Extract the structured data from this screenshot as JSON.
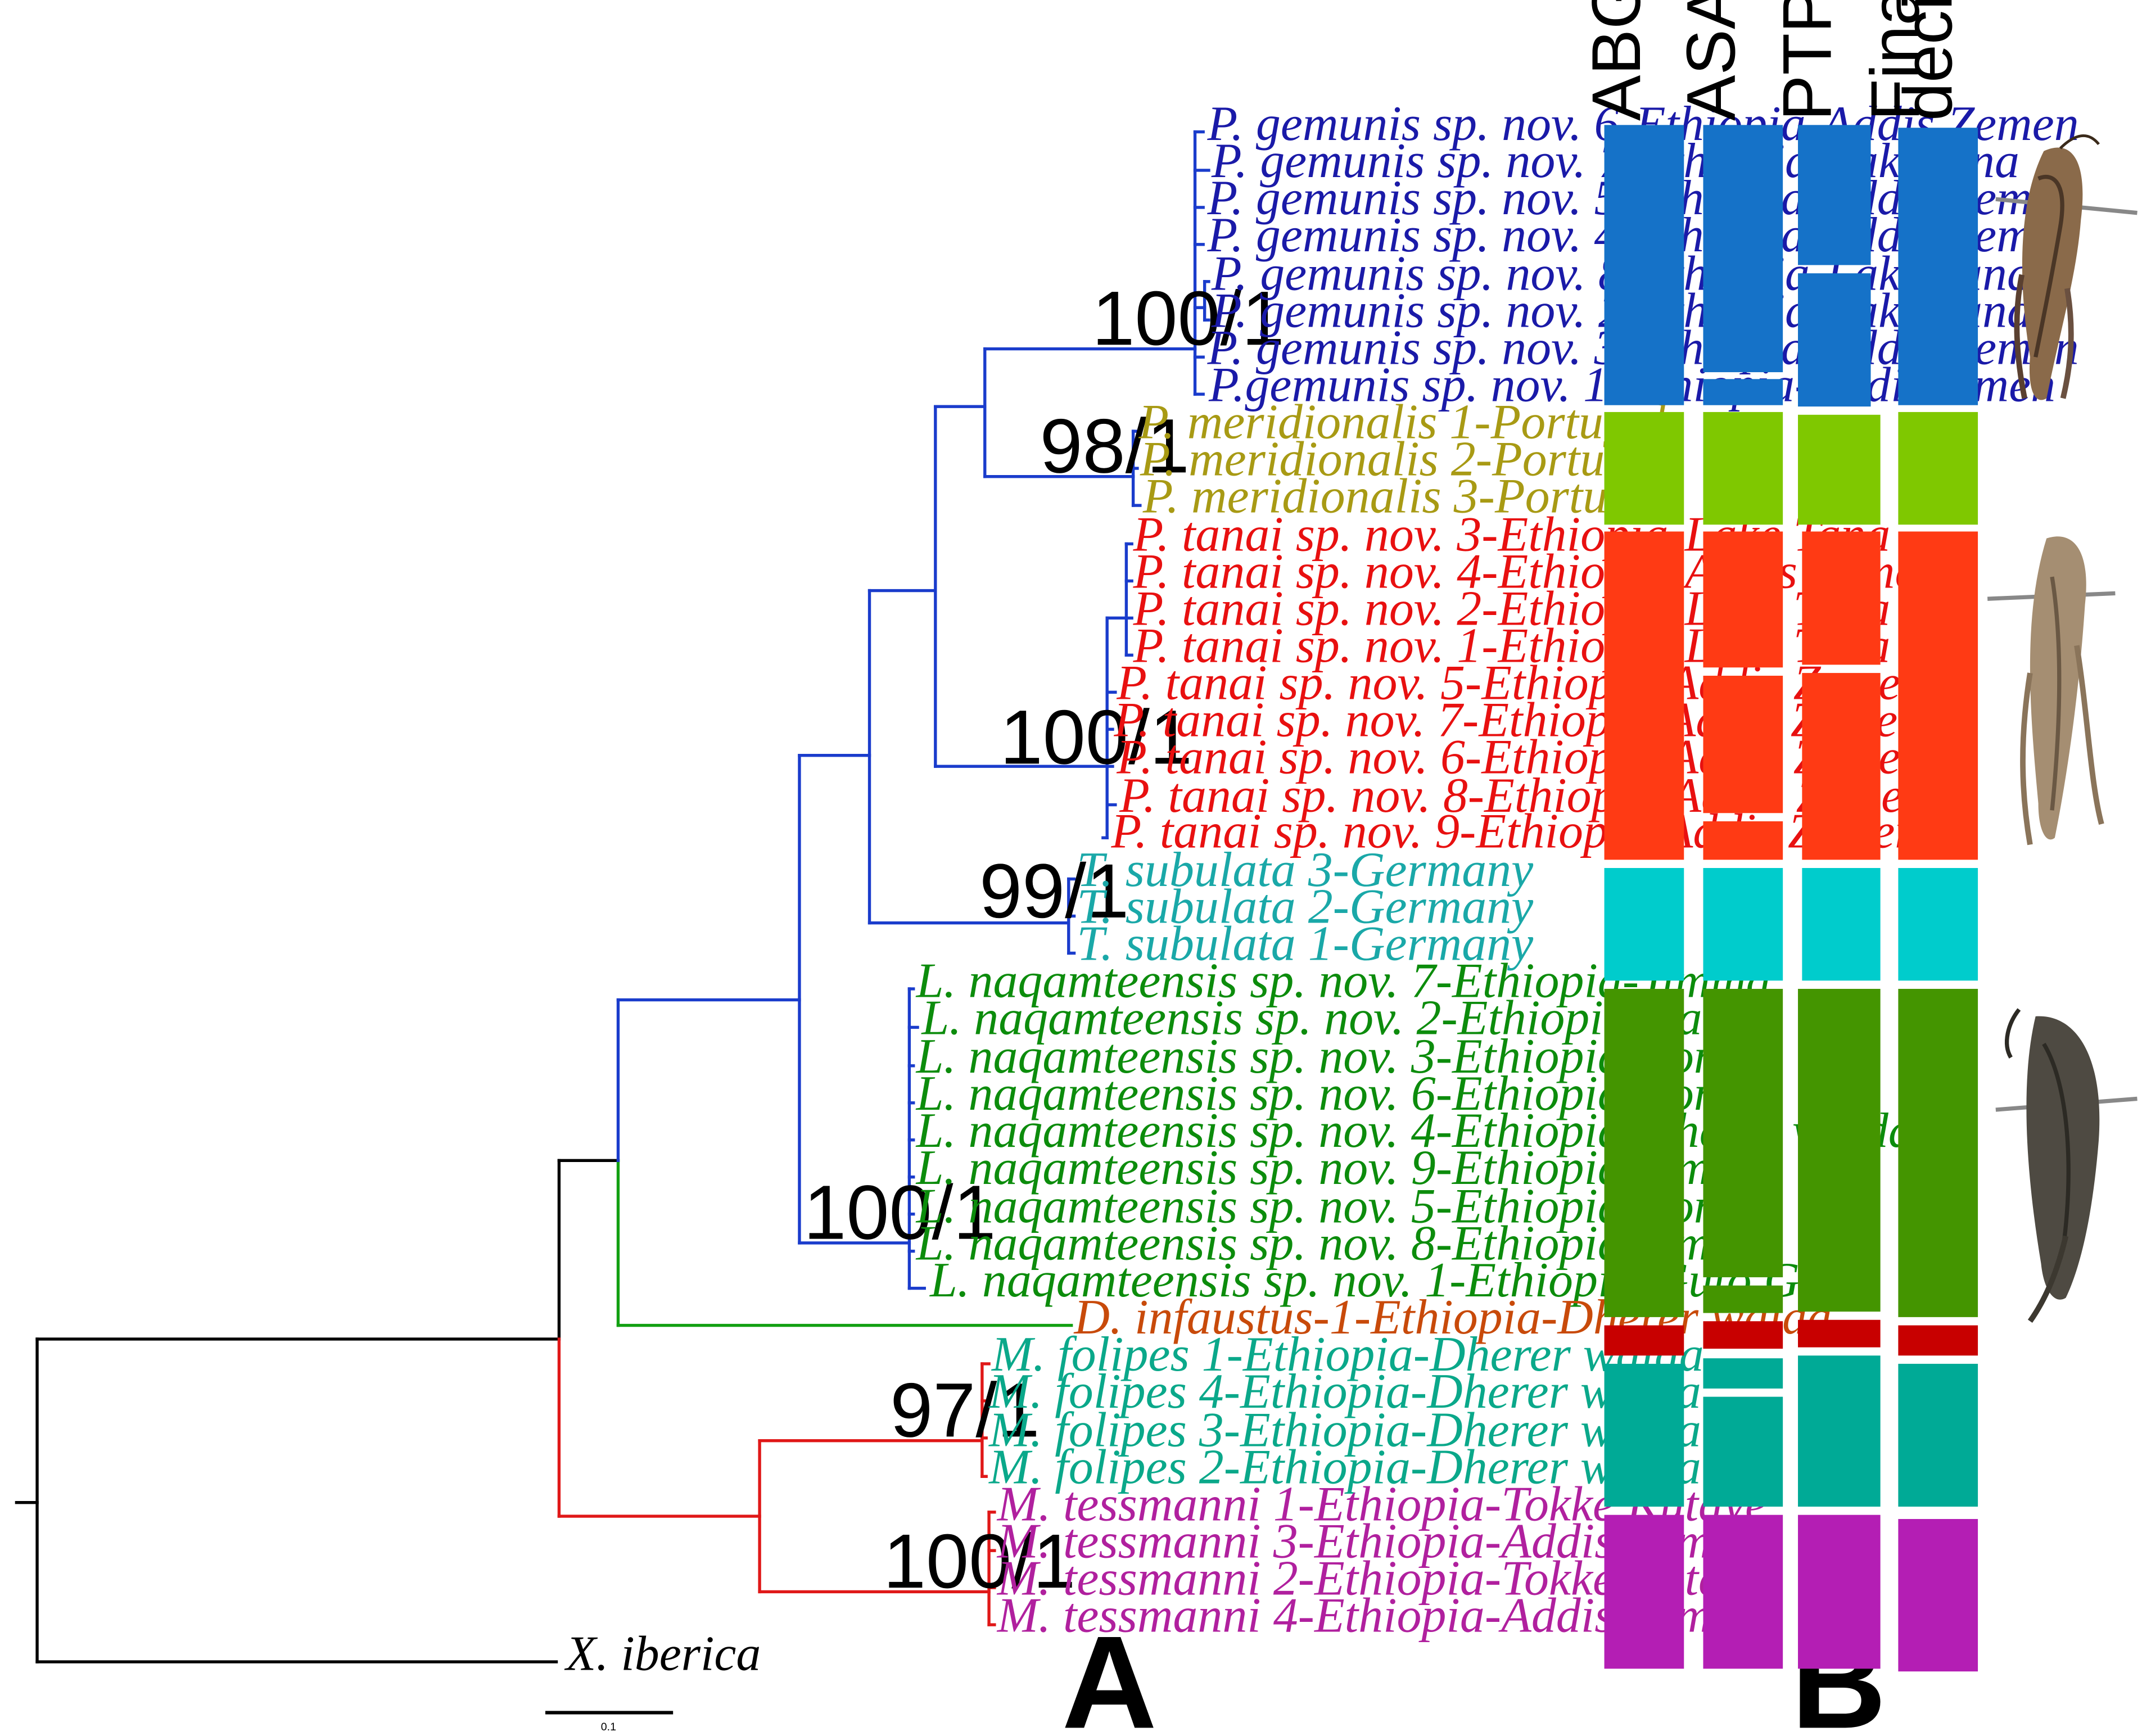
{
  "colors": {
    "gemunis_text": "#1a1aa8",
    "meridionalis_text": "#a89a14",
    "tanai_text": "#e81010",
    "subulata_text": "#1aa8a8",
    "naqamteensis_text": "#0c8c0c",
    "infaustus_text": "#c84a0a",
    "folipes_text": "#0aa88a",
    "tessmanni_text": "#b0209e",
    "iberica_text": "#000000",
    "branch_blue": "#1a3ccc",
    "branch_green": "#12a012",
    "branch_red": "#e01818",
    "branch_black": "#000000",
    "bar_gemunis": "#1572c8",
    "bar_meridionalis": "#7fc800",
    "bar_tanai": "#ff3a14",
    "bar_subulata": "#00cccc",
    "bar_naqamteensis": "#449500",
    "bar_infaustus": "#c80000",
    "bar_folipes": "#00aa96",
    "bar_tessmanni": "#b41eb4"
  },
  "panel_labels": {
    "a": "A",
    "b": "B"
  },
  "support_values": [
    "100/1",
    "98/1",
    "100/1",
    "99/1",
    "100/1",
    "97/1",
    "100/1"
  ],
  "column_headers": [
    "ABGD",
    "ASAB",
    "PTP",
    "Final decision"
  ],
  "scale_bar_label": "0.1",
  "taxa": [
    {
      "label": "P. gemunis sp. nov. 6-Ethiopia-Addis Zemen",
      "group": "gemunis"
    },
    {
      "label": "P. gemunis sp. nov. 7-Ethiopia-LakeTana",
      "group": "gemunis"
    },
    {
      "label": "P. gemunis sp. nov. 5-Ethiopia-Addis Zemen",
      "group": "gemunis"
    },
    {
      "label": "P. gemunis sp. nov. 4-Ethiopia-Addis Zemen",
      "group": "gemunis"
    },
    {
      "label": "P. gemunis sp. nov. 8-Ethiopia-Lake Tana",
      "group": "gemunis"
    },
    {
      "label": "P. gemunis sp. nov. 2-Ethiopia-Lake Tana",
      "group": "gemunis"
    },
    {
      "label": "P. gemunis sp. nov. 3-Ethiopia-Addis Zemen",
      "group": "gemunis"
    },
    {
      "label": "P.gemunis sp. nov. 1-Ethiopia-AddisZemen",
      "group": "gemunis"
    },
    {
      "label": "P. meridionalis 1-Portugal",
      "group": "meridionalis"
    },
    {
      "label": "P. meridionalis 2-Portugal",
      "group": "meridionalis"
    },
    {
      "label": "P. meridionalis 3-Portugal",
      "group": "meridionalis"
    },
    {
      "label": "P. tanai sp. nov. 3-Ethiopia-Lake Tana",
      "group": "tanai"
    },
    {
      "label": "P. tanai sp. nov. 4-Ethiopia-Addis Zemen",
      "group": "tanai"
    },
    {
      "label": "P. tanai sp. nov. 2-Ethiopia-Lake Tana",
      "group": "tanai"
    },
    {
      "label": "P. tanai sp. nov. 1-Ethiopia-Lake Tana",
      "group": "tanai"
    },
    {
      "label": "P. tanai sp. nov. 5-Ethiopia-Addis Zemen",
      "group": "tanai"
    },
    {
      "label": "P. tanai sp. nov. 7-Ethiopia-Addis Zemen",
      "group": "tanai"
    },
    {
      "label": "P. tanai sp. nov. 6-Ethiopia-Addis Zemen",
      "group": "tanai"
    },
    {
      "label": "P. tanai sp. nov. 8-Ethiopia-Addis Zemen",
      "group": "tanai"
    },
    {
      "label": "P. tanai sp. nov. 9-Ethiopia-Addis Zemen",
      "group": "tanai"
    },
    {
      "label": "T. subulata 3-Germany",
      "group": "subulata"
    },
    {
      "label": "T. subulata 2-Germany",
      "group": "subulata"
    },
    {
      "label": "T. subulata 1-Germany",
      "group": "subulata"
    },
    {
      "label": "L. naqamteensis sp. nov. 7-Ethiopia-Jimma",
      "group": "naqamteensis"
    },
    {
      "label": "L. naqamteensis sp. nov. 2-Ethiopia-Caliya",
      "group": "naqamteensis"
    },
    {
      "label": "L. naqamteensis sp. nov. 3-Ethiopia-Bonga",
      "group": "naqamteensis"
    },
    {
      "label": "L. naqamteensis sp. nov. 6-Ethiopia-Bonga",
      "group": "naqamteensis"
    },
    {
      "label": "L. naqamteensis sp. nov. 4-Ethiopia-Dherer walda",
      "group": "naqamteensis"
    },
    {
      "label": "L. naqamteensis sp. nov. 9-Ethiopia-Jimma",
      "group": "naqamteensis"
    },
    {
      "label": "L. naqamteensis sp. nov. 5-Ethiopia-Bonga",
      "group": "naqamteensis"
    },
    {
      "label": "L. naqamteensis sp. nov. 8-Ethiopia-Jimma",
      "group": "naqamteensis"
    },
    {
      "label": "L. naqamteensis sp. nov. 1-Ethiopia-Guto Gida",
      "group": "naqamteensis"
    },
    {
      "label": "D. infaustus-1-Ethiopia-Dherer walda",
      "group": "infaustus"
    },
    {
      "label": "M. folipes 1-Ethiopia-Dherer walda",
      "group": "folipes"
    },
    {
      "label": "M. folipes 4-Ethiopia-Dherer walda",
      "group": "folipes"
    },
    {
      "label": "M. folipes 3-Ethiopia-Dherer walda",
      "group": "folipes"
    },
    {
      "label": "M. folipes 2-Ethiopia-Dherer walda",
      "group": "folipes"
    },
    {
      "label": "M. tessmanni 1-Ethiopia-Tokke Kutaye",
      "group": "tessmanni"
    },
    {
      "label": "M. tessmanni 3-Ethiopia-Addis Zemen",
      "group": "tessmanni"
    },
    {
      "label": "M. tessmanni 2-Ethiopia-Tokke Kutaye",
      "group": "tessmanni"
    },
    {
      "label": "M. tessmanni 4-Ethiopia-Addis Zemen",
      "group": "tessmanni"
    },
    {
      "label": "X. iberica",
      "group": "iberica"
    }
  ]
}
